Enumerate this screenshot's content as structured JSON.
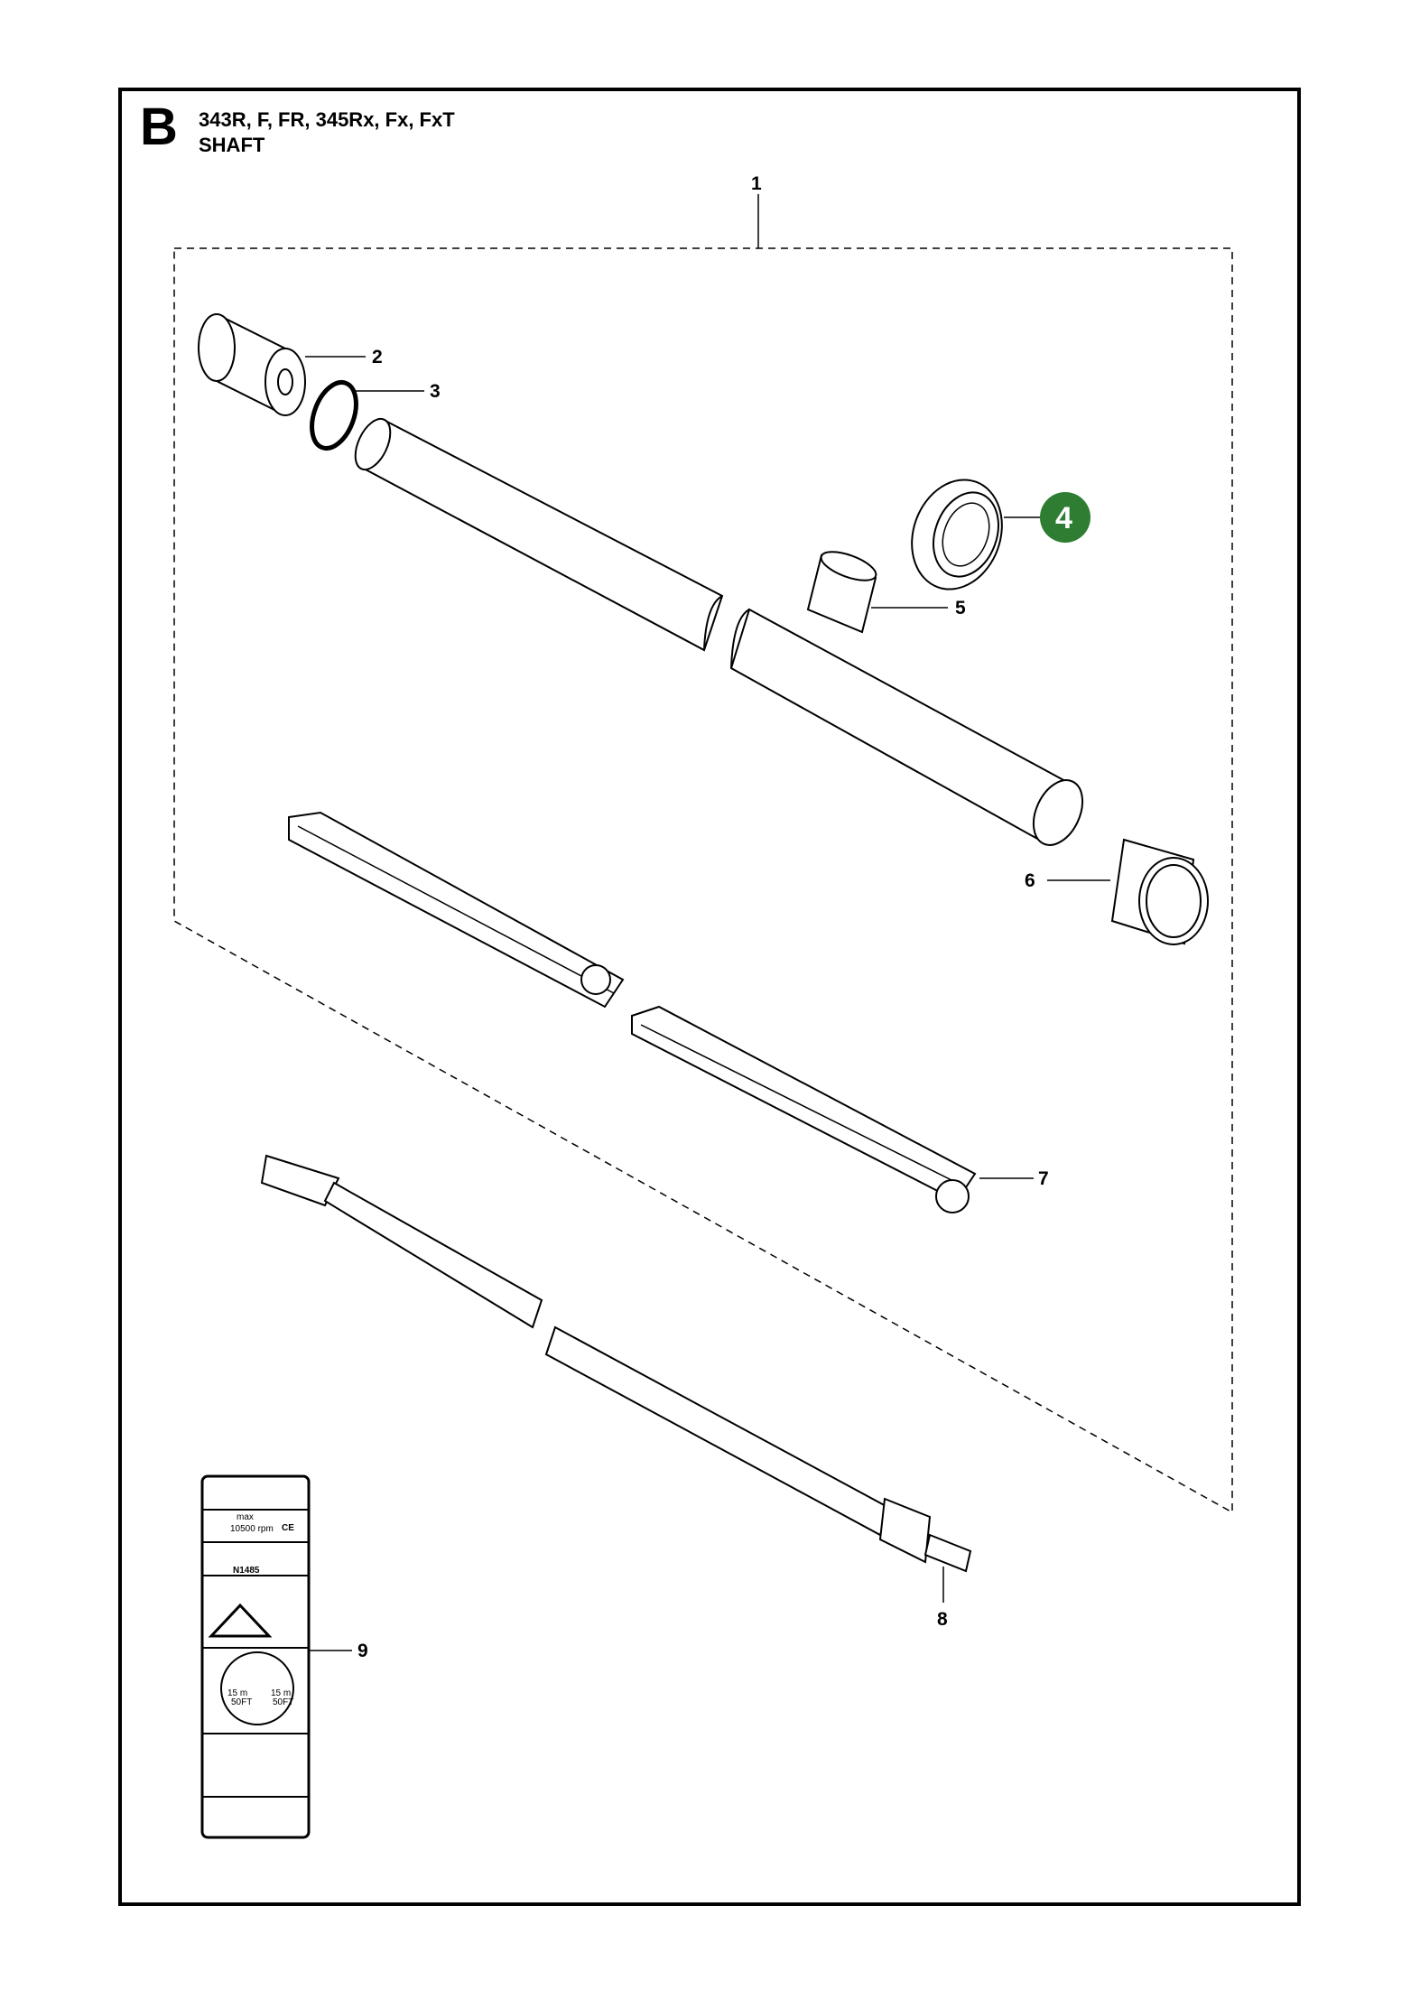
{
  "header": {
    "section": "B",
    "models": "343R, F, FR, 345Rx, Fx, FxT",
    "title": "SHAFT"
  },
  "callouts": [
    {
      "num": "1",
      "part": "shaft-assembly"
    },
    {
      "num": "2",
      "part": "bushing"
    },
    {
      "num": "3",
      "part": "o-ring"
    },
    {
      "num": "4",
      "part": "nut",
      "highlighted": true
    },
    {
      "num": "5",
      "part": "sleeve"
    },
    {
      "num": "6",
      "part": "end-bushing"
    },
    {
      "num": "7",
      "part": "liner"
    },
    {
      "num": "8",
      "part": "drive-shaft"
    },
    {
      "num": "9",
      "part": "warning-decal"
    }
  ],
  "decal": {
    "rpm_max": "max",
    "rpm_value": "10500 rpm",
    "ce": "CE",
    "code": "N1485",
    "dist_left": "15 m",
    "dist_left_ft": "50FT",
    "dist_right": "15 m",
    "dist_right_ft": "50FT"
  },
  "colors": {
    "highlight": "#2e7d32",
    "line": "#000000"
  }
}
